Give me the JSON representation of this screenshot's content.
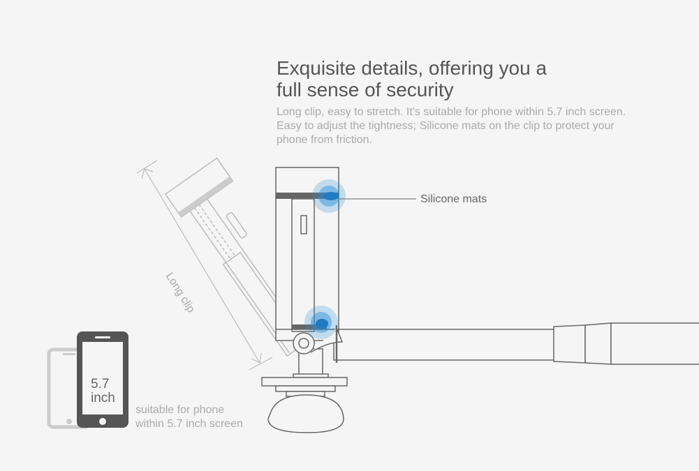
{
  "heading": {
    "line1": "Exquisite details, offering you a",
    "line2": "full sense of security"
  },
  "description": "Long clip, easy to stretch. It's suitable for phone within 5.7 inch screen. Easy to adjust the tightness; Silicone mats on the clip to protect your phone from friction.",
  "callout": "Silicone mats",
  "dimension_label": "Long clip",
  "phone": {
    "size_line1": "5.7",
    "size_line2": "inch",
    "caption_line1": "suitable for phone",
    "caption_line2": "within 5.7 inch screen"
  },
  "colors": {
    "background": "#f5f5f5",
    "accent": "#2a8fd6",
    "line": "#666666"
  }
}
